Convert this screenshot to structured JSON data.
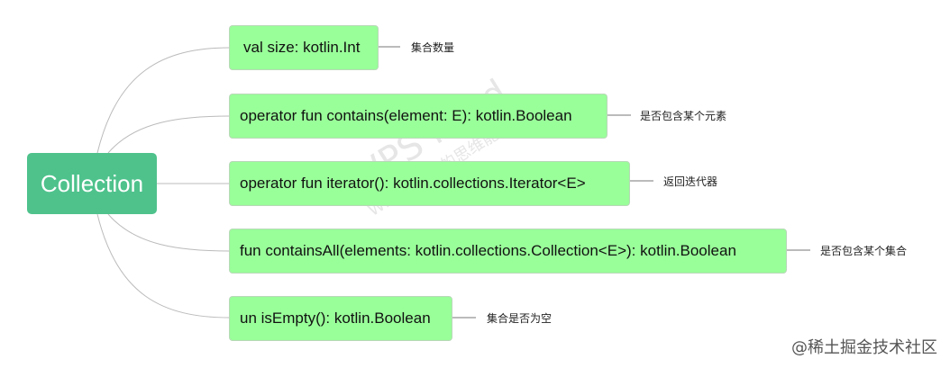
{
  "root": {
    "label": "Collection"
  },
  "branches": [
    {
      "signature": "val size: kotlin.Int",
      "note": "集合数量"
    },
    {
      "signature": "operator fun contains(element: E): kotlin.Boolean",
      "note": "是否包含某个元素"
    },
    {
      "signature": "operator fun iterator(): kotlin.collections.Iterator<E>",
      "note": "返回迭代器"
    },
    {
      "signature": "fun containsAll(elements: kotlin.collections.Collection<E>): kotlin.Boolean",
      "note": "是否包含某个集合"
    },
    {
      "signature": "un isEmpty(): kotlin.Boolean",
      "note": "集合是否为空"
    }
  ],
  "watermark": {
    "primary": "WPS Mind",
    "secondary": "WPS记录您的思维能力"
  },
  "credit": "@稀土掘金技术社区",
  "colors": {
    "root": "#4fc28c",
    "node": "#99ff99",
    "line": "#bbbbbb"
  }
}
